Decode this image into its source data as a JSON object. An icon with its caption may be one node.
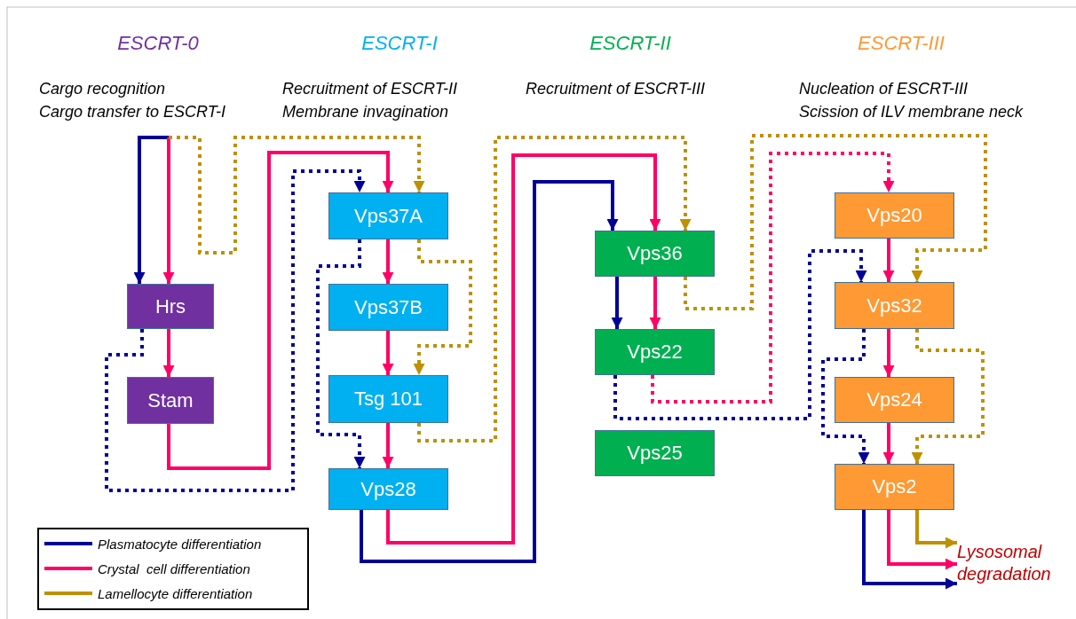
{
  "diagram": {
    "nodes": [
      {
        "text": [
          "Hrs"
        ]
      },
      {
        "text": [
          "Stam"
        ]
      },
      {
        "text": [
          "Vps37A"
        ]
      },
      {
        "text": [
          "Vps37B"
        ]
      },
      {
        "text": [
          "Tsg 101"
        ]
      },
      {
        "text": [
          "Vps28"
        ]
      },
      {
        "text": [
          "Vps36"
        ]
      },
      {
        "text": [
          "Vps22"
        ]
      },
      {
        "text": [
          "Vps25"
        ]
      },
      {
        "text": [
          "Vps20"
        ]
      },
      {
        "text": [
          "Vps32"
        ]
      },
      {
        "text": [
          "Vps24"
        ]
      },
      {
        "text": [
          "Vps2"
        ]
      },
      {
        "text": [
          "Lysosomal degradation"
        ]
      }
    ],
    "edges": [
      {
        "from": null,
        "to": 0,
        "arrow": "to",
        "color": "#000099"
      },
      {
        "from": null,
        "to": 0,
        "arrow": "to"
      },
      {
        "from": null,
        "to": 2,
        "arrow": "to",
        "style": "dashed",
        "color": "#bf9000"
      },
      {
        "from": 0,
        "to": 1,
        "arrow": "to"
      },
      {
        "from": 1,
        "to": 2,
        "arrow": "to"
      },
      {
        "from": 0,
        "to": 2,
        "arrow": "to",
        "style": "dashed",
        "color": "#000099"
      },
      {
        "from": 2,
        "to": 3,
        "arrow": "to"
      },
      {
        "from": 3,
        "to": 4,
        "arrow": "to"
      },
      {
        "from": 4,
        "to": 5,
        "arrow": "to"
      },
      {
        "from": 2,
        "to": 4,
        "arrow": "to",
        "style": "dashed",
        "color": "#bf9000"
      },
      {
        "from": 2,
        "to": 5,
        "arrow": "to",
        "style": "dashed",
        "color": "#000099"
      },
      {
        "from": 4,
        "to": 6,
        "arrow": "to",
        "style": "dashed",
        "color": "#bf9000"
      },
      {
        "from": 5,
        "to": 6,
        "arrow": "to"
      },
      {
        "from": 5,
        "to": 6,
        "arrow": "to",
        "color": "#000099"
      },
      {
        "from": 6,
        "to": 7,
        "arrow": "to",
        "color": "#000099"
      },
      {
        "from": 6,
        "to": 7,
        "arrow": "to"
      },
      {
        "from": 6,
        "to": 10,
        "arrow": "to",
        "style": "dashed",
        "color": "#bf9000"
      },
      {
        "from": 7,
        "to": 9,
        "arrow": "to",
        "style": "dashed"
      },
      {
        "from": 7,
        "to": 10,
        "arrow": "to",
        "style": "dashed",
        "color": "#000099"
      },
      {
        "from": 9,
        "to": 10,
        "arrow": "to"
      },
      {
        "from": 10,
        "to": 11,
        "arrow": "to"
      },
      {
        "from": 11,
        "to": 12,
        "arrow": "to"
      },
      {
        "from": 10,
        "to": 12,
        "arrow": "to",
        "style": "dashed",
        "color": "#000099"
      },
      {
        "from": 10,
        "to": 12,
        "arrow": "to",
        "style": "dashed",
        "color": "#bf9000"
      },
      {
        "from": 12,
        "to": 13,
        "arrow": "to",
        "color": "#bf9000"
      },
      {
        "from": 12,
        "to": 13,
        "arrow": "to"
      },
      {
        "from": 12,
        "to": 13,
        "arrow": "to",
        "color": "#000099"
      }
    ],
    "labels": [
      "ESCRT-0",
      "ESCRT-I",
      "ESCRT-II",
      "ESCRT-III",
      "Cargo recognition",
      "Recruitment of ESCRT-II",
      "Recruitment of ESCRT-III",
      "Nucleation of ESCRT-III",
      "Cargo transfer to ESCRT-I",
      "Membrane invagination",
      "Scission of ILV membrane neck"
    ],
    "legend": [
      {
        "text": "Plasmatocyte differentiation",
        "color": "#000099"
      },
      {
        "text": "Crystal  cell differentiation",
        "color": "#ff0066"
      },
      {
        "text": "Lamellocyte differentiation",
        "color": "#bf9000"
      }
    ]
  }
}
